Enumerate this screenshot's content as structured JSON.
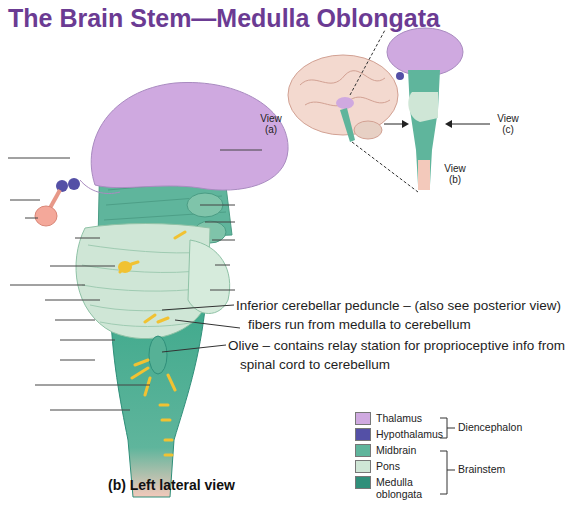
{
  "diagram": {
    "title": "The Brain Stem—Medulla Oblongata",
    "caption": "(b) Left lateral view",
    "labels": [
      "Inferior cerebellar peduncle – (also see posterior view) fibers run from medulla to cerebellum",
      "Olive – contains relay station for proprioceptive info from spinal cord to cerebellum",
      "View (a)",
      "View (c)",
      "View (b)",
      "Diencephalon",
      "Brainstem"
    ],
    "legend": [
      {
        "text": "Thalamus",
        "color": "#cfa9e0"
      },
      {
        "text": "Hypothalamus",
        "color": "#5450a6"
      },
      {
        "text": "Midbrain",
        "color": "#5fb59c"
      },
      {
        "text": "Pons",
        "color": "#cfe6d6"
      },
      {
        "text": "Medulla oblongata",
        "color": "#2f8f7a"
      }
    ]
  }
}
